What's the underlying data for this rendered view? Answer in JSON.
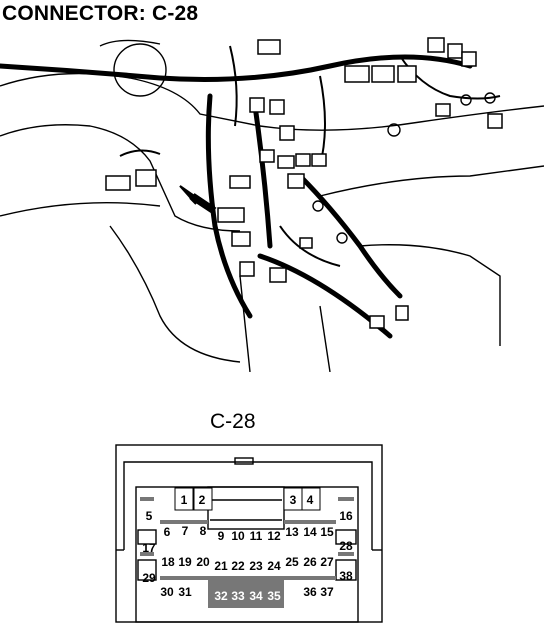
{
  "header": {
    "title": "CONNECTOR: C-28"
  },
  "connector": {
    "label": "C-28",
    "pins": [
      "1",
      "2",
      "3",
      "4",
      "5",
      "6",
      "7",
      "8",
      "9",
      "10",
      "11",
      "12",
      "13",
      "14",
      "15",
      "16",
      "17",
      "18",
      "19",
      "20",
      "21",
      "22",
      "23",
      "24",
      "25",
      "26",
      "27",
      "28",
      "29",
      "30",
      "31",
      "32",
      "33",
      "34",
      "35",
      "36",
      "37",
      "38"
    ]
  }
}
